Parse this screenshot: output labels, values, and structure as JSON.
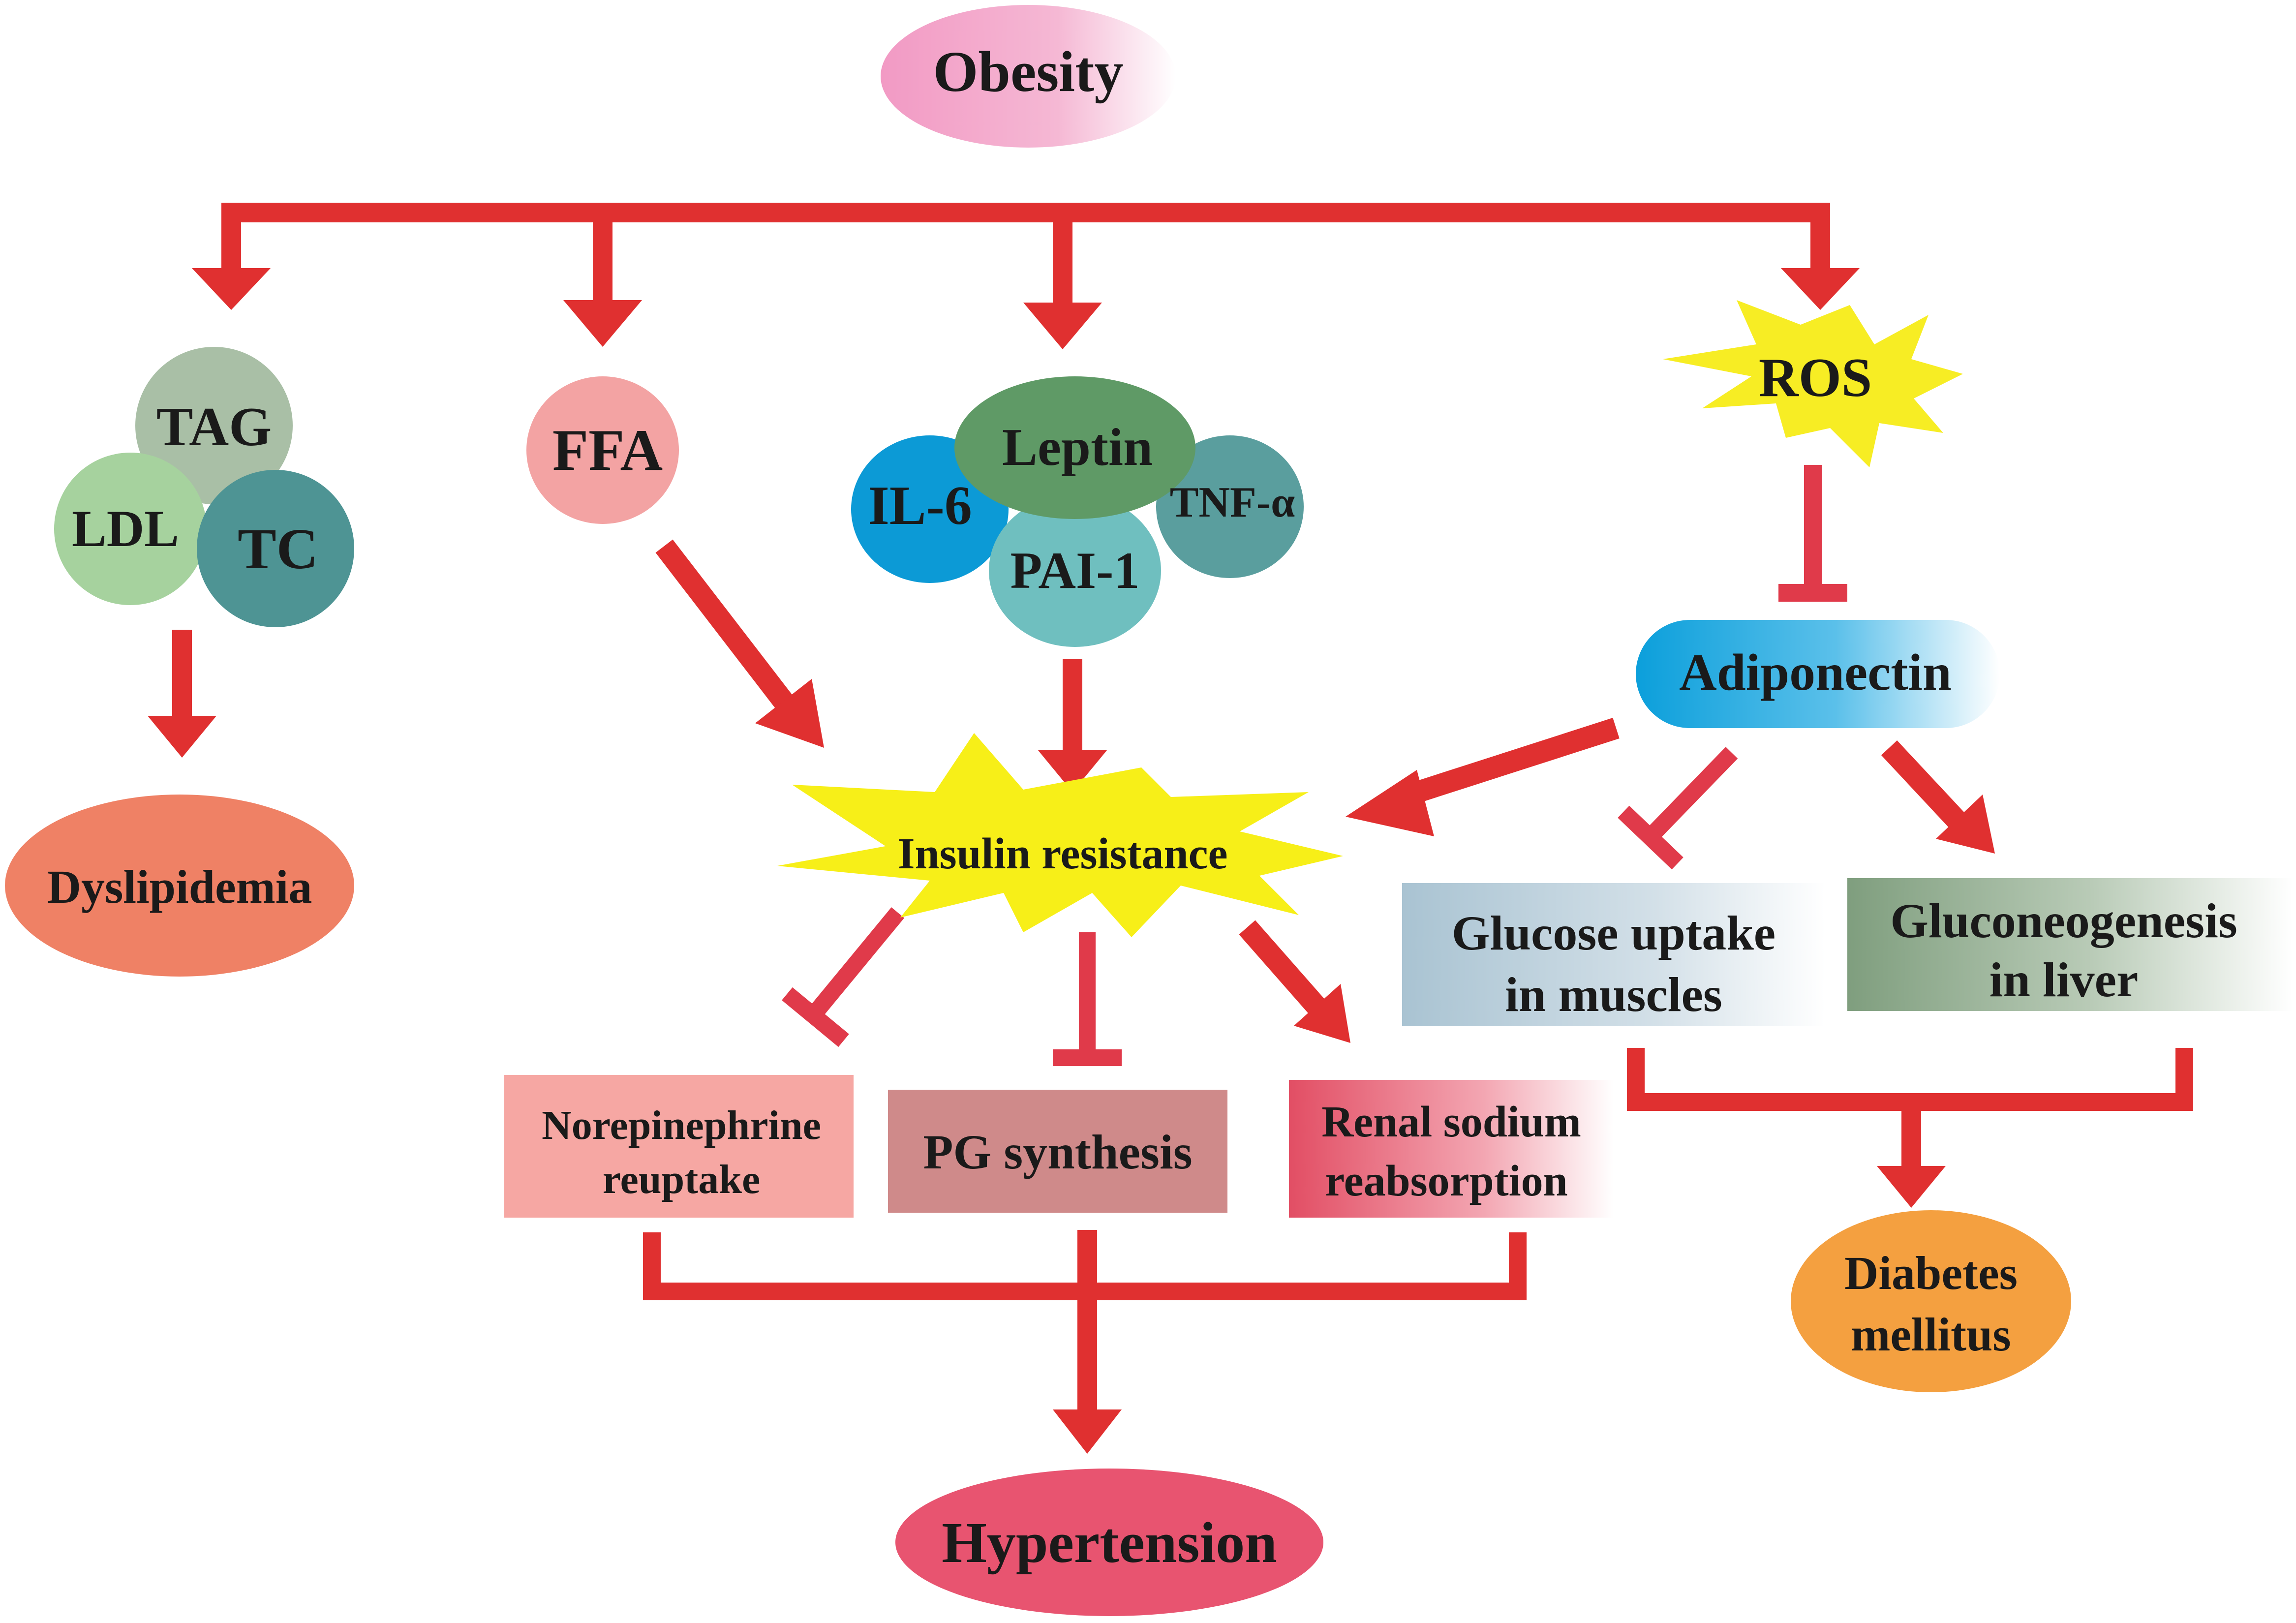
{
  "nodes": {
    "obesity": "Obesity",
    "tag": "TAG",
    "ldl": "LDL",
    "tc": "TC",
    "ffa": "FFA",
    "leptin": "Leptin",
    "il6": "IL-6",
    "tnf": "TNF-α",
    "pai1": "PAI-1",
    "ros": "ROS",
    "adiponectin": "Adiponectin",
    "dyslipidemia": "Dyslipidemia",
    "insulin_resistance": "Insulin resistance",
    "glucose_uptake": [
      "Glucose uptake",
      "in muscles"
    ],
    "gluconeogenesis": [
      "Gluconeogenesis",
      "in liver"
    ],
    "norepinephrine": [
      "Norepinephrine",
      "reuptake"
    ],
    "pg_synthesis": "PG synthesis",
    "renal_sodium": [
      "Renal sodium",
      "reabsorption"
    ],
    "diabetes": [
      "Diabetes",
      "mellitus"
    ],
    "hypertension": "Hypertension"
  },
  "colors": {
    "arrow": "#e03030",
    "inhibition": "#e03a4a",
    "obesity": "#f5a8cc",
    "tag": "#a9bfa6",
    "ldl": "#a6d29e",
    "tc": "#4e9494",
    "ffa": "#f3a3a3",
    "leptin": "#5f9a66",
    "il6": "#0c9ad6",
    "tnf": "#5a9e9e",
    "pai1": "#6fbfbf",
    "ros": "#f7ed24",
    "adiponectin": "#0b9fdb",
    "dyslipidemia": "#ef8165",
    "insulin_resistance": "#f7ef18",
    "glucose_uptake": "#b5ccd8",
    "gluconeogenesis": "#8ba88a",
    "norepinephrine": "#f6a7a3",
    "pg_synthesis": "#cf8a8a",
    "renal_sodium": "#e65a6e",
    "diabetes": "#f4a040",
    "hypertension": "#e85470"
  }
}
